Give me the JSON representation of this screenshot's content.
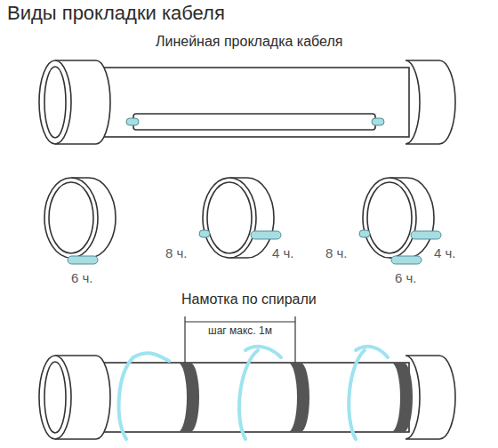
{
  "diagram": {
    "title": "Виды прокладки кабеля",
    "labels": [
      "Линейная прокладка кабеля",
      "6 ч.",
      "8 ч.",
      "4 ч.",
      "8 ч.",
      "4 ч.",
      "6 ч.",
      "Намотка по спирали",
      "шаг макс. 1м"
    ]
  }
}
